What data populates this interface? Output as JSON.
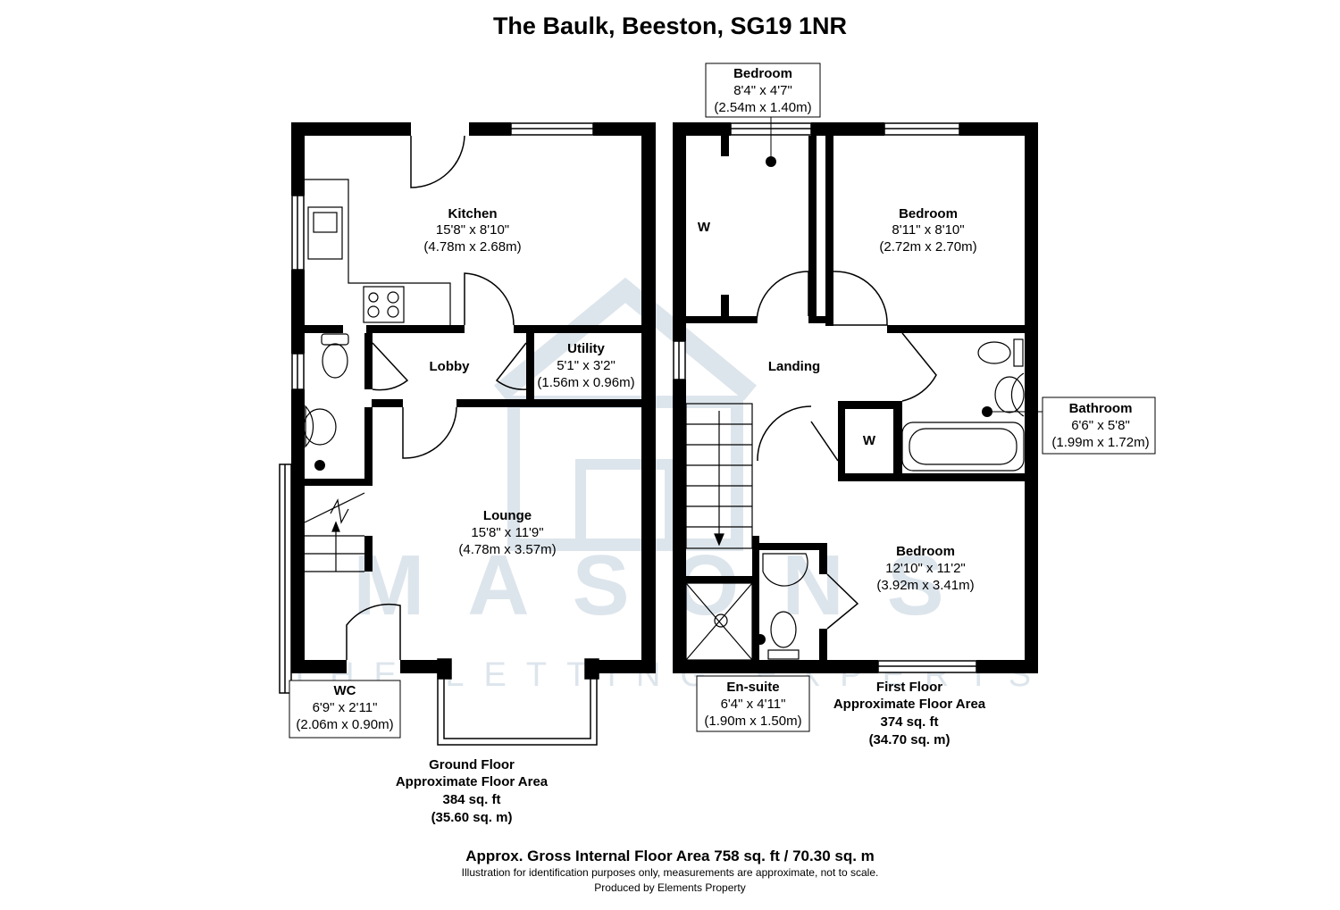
{
  "title": "The Baulk, Beeston, SG19 1NR",
  "watermark": {
    "brand": "MASONS",
    "tagline": "THE LETTING EXPERTS"
  },
  "ground_floor": {
    "rooms": [
      {
        "name": "Kitchen",
        "imperial": "15'8\" x 8'10\"",
        "metric": "(4.78m x 2.68m)"
      },
      {
        "name": "Lobby"
      },
      {
        "name": "Utility",
        "imperial": "5'1\" x 3'2\"",
        "metric": "(1.56m x 0.96m)"
      },
      {
        "name": "Lounge",
        "imperial": "15'8\" x 11'9\"",
        "metric": "(4.78m x 3.57m)"
      },
      {
        "name": "WC",
        "imperial": "6'9\" x 2'11\"",
        "metric": "(2.06m x 0.90m)"
      }
    ],
    "area": {
      "line1": "Ground Floor",
      "line2": "Approximate Floor Area",
      "line3": "384 sq. ft",
      "line4": "(35.60 sq. m)"
    }
  },
  "first_floor": {
    "rooms": [
      {
        "name": "Bedroom",
        "imperial": "8'4\" x 4'7\"",
        "metric": "(2.54m x 1.40m)"
      },
      {
        "name": "Bedroom",
        "imperial": "8'11\" x 8'10\"",
        "metric": "(2.72m x 2.70m)"
      },
      {
        "name": "Landing"
      },
      {
        "name": "Bathroom",
        "imperial": "6'6\" x 5'8\"",
        "metric": "(1.99m x 1.72m)"
      },
      {
        "name": "Bedroom",
        "imperial": "12'10\" x 11'2\"",
        "metric": "(3.92m x 3.41m)"
      },
      {
        "name": "En-suite",
        "imperial": "6'4\" x 4'11\"",
        "metric": "(1.90m x 1.50m)"
      }
    ],
    "wardrobe_label": "W",
    "area": {
      "line1": "First Floor",
      "line2": "Approximate Floor Area",
      "line3": "374 sq. ft",
      "line4": "(34.70 sq. m)"
    }
  },
  "footer": {
    "gross": "Approx. Gross Internal Floor Area 758 sq. ft / 70.30 sq. m",
    "disclaimer": "Illustration for identification purposes only, measurements are approximate, not to scale.",
    "produced_by": "Produced by Elements Property"
  }
}
